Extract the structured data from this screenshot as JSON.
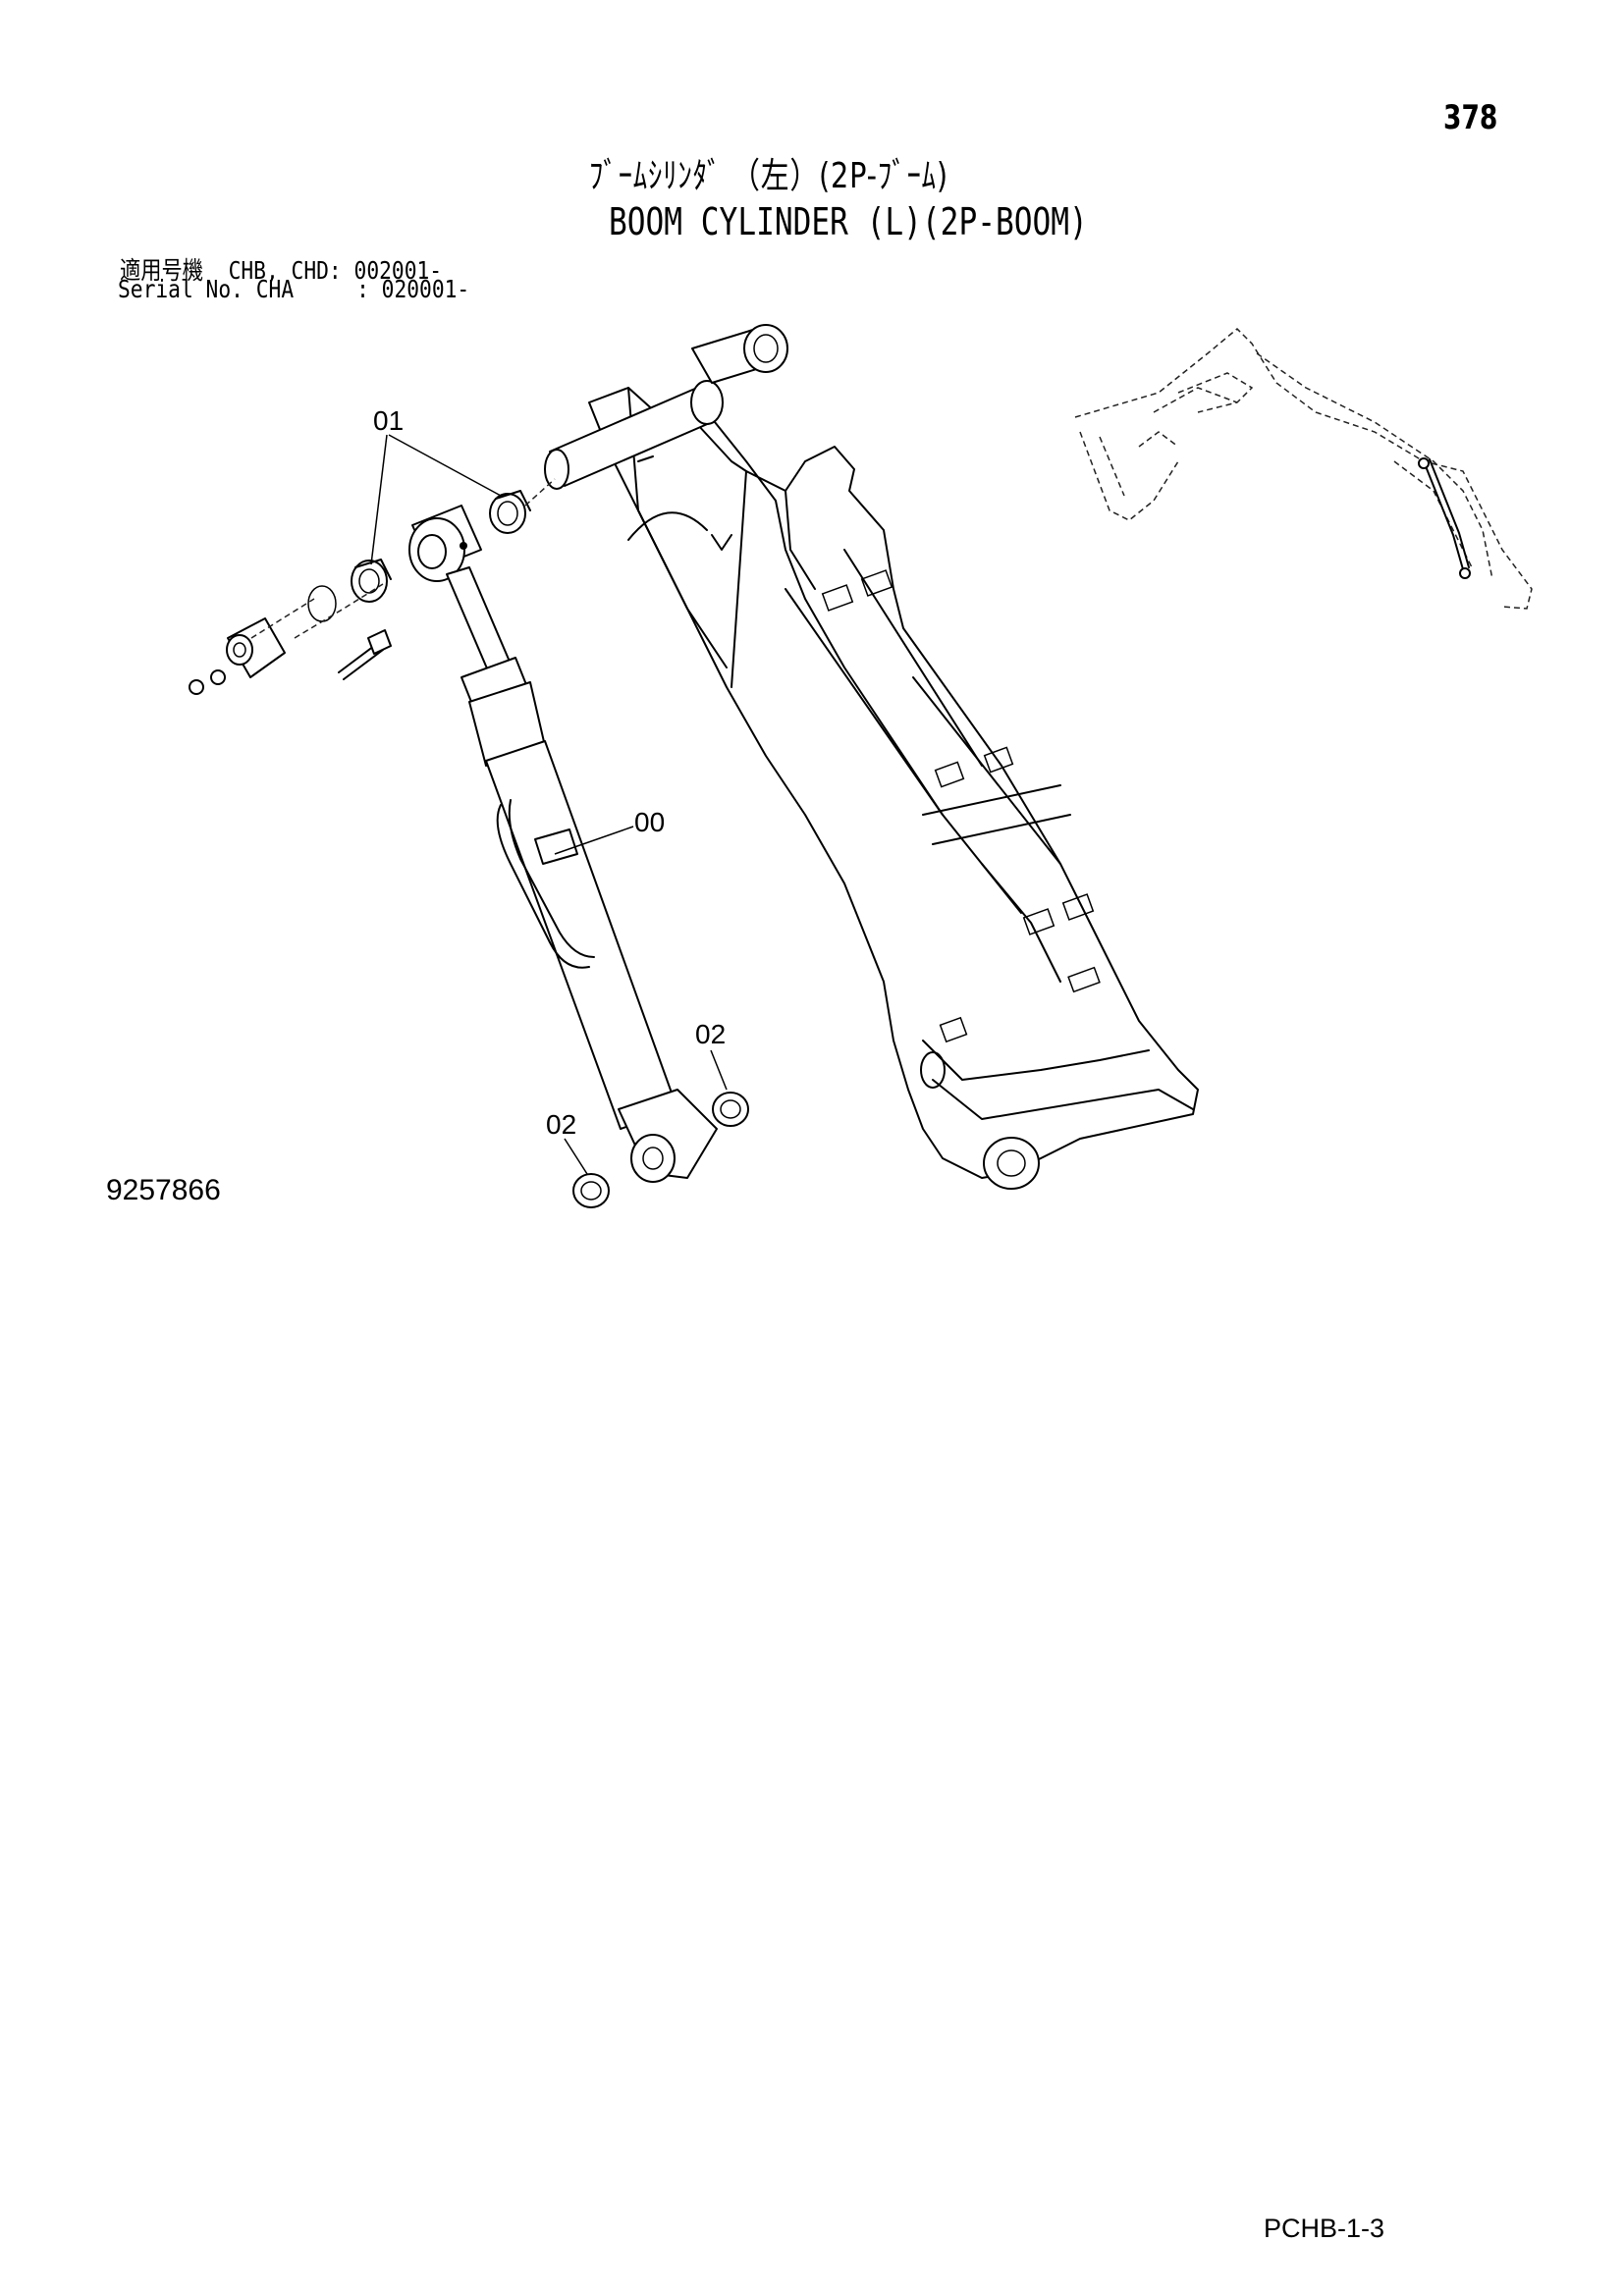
{
  "page": {
    "number": "378",
    "title_jp": "ﾌﾞｰﾑｼﾘﾝﾀﾞ （左）(2P-ﾌﾞｰﾑ)",
    "title_en": "BOOM CYLINDER (L)(2P-BOOM)",
    "serial_line_1": "適用号機  CHB, CHD: 002001-",
    "serial_line_2": "Serial No. CHA     : 020001-",
    "drawing_number": "9257866",
    "footer_code": "PCHB-1-3"
  },
  "callouts": {
    "c01": "01",
    "c00": "00",
    "c02a": "02",
    "c02b": "02"
  }
}
